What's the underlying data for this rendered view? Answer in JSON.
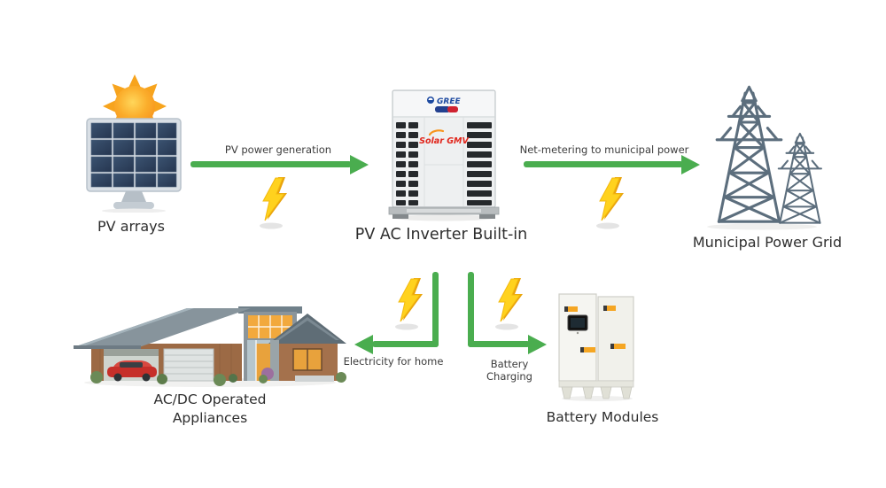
{
  "nodes": {
    "pv_arrays": {
      "label": "PV arrays"
    },
    "inverter": {
      "label": "PV AC Inverter Built-in",
      "brand": "GREE",
      "product": "Solar GMV"
    },
    "municipal_grid": {
      "label": "Municipal Power Grid"
    },
    "appliances": {
      "label_line1": "AC/DC Operated",
      "label_line2": "Appliances"
    },
    "battery": {
      "label": "Battery Modules"
    }
  },
  "flows": {
    "pv_generation": {
      "label": "PV power generation"
    },
    "net_metering": {
      "label": "Net-metering to municipal power"
    },
    "electricity_home": {
      "label": "Electricity for home"
    },
    "battery_charging": {
      "label_line1": "Battery",
      "label_line2": "Charging"
    }
  },
  "colors": {
    "arrow_green": "#4aad4f",
    "bolt_yellow": "#ffd21e",
    "bolt_orange": "#e8a20c",
    "text_dark": "#2e2e2e",
    "panel_cell_navy": "#2e4056",
    "sun_orange": "#f7941d",
    "tower_gray": "#5c6e7d",
    "brand_blue": "#1c49a0",
    "brand_red": "#e1251b",
    "battery_accent_orange": "#f5a623"
  }
}
